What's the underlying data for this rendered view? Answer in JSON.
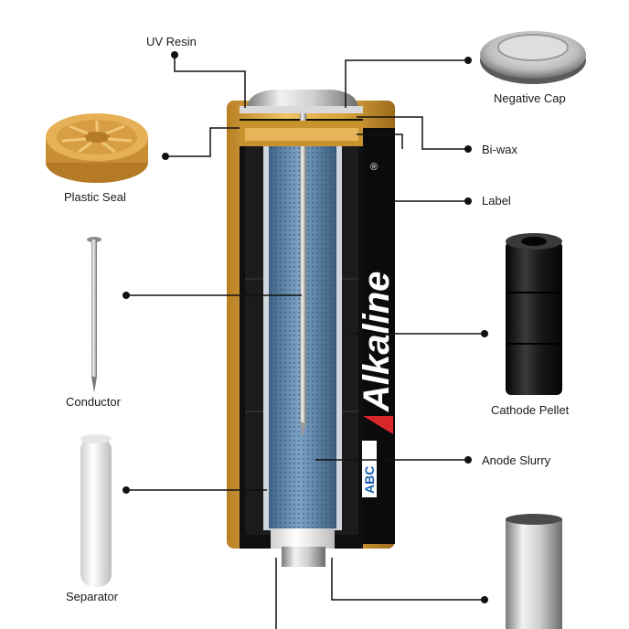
{
  "labels": {
    "uv_resin": "UV Resin",
    "negative_cap": "Negative Cap",
    "plastic_seal": "Plastic Seal",
    "bi_wax": "Bi-wax",
    "label": "Label",
    "conductor": "Conductor",
    "cathode_pellet": "Cathode Pellet",
    "anode_slurry": "Anode Slurry",
    "separator": "Separator"
  },
  "battery_print": {
    "brand": "Alkaline",
    "logo": "ABC",
    "registered": "®"
  },
  "colors": {
    "gold": "#d9a23a",
    "black_can": "#111111",
    "anode_blue": "#5f87ad",
    "cathode_black": "#151515",
    "seal_gold": "#e1a94a",
    "leader_line": "#111111",
    "brand_red": "#d8272b",
    "brand_blue": "#1b5fb0"
  }
}
